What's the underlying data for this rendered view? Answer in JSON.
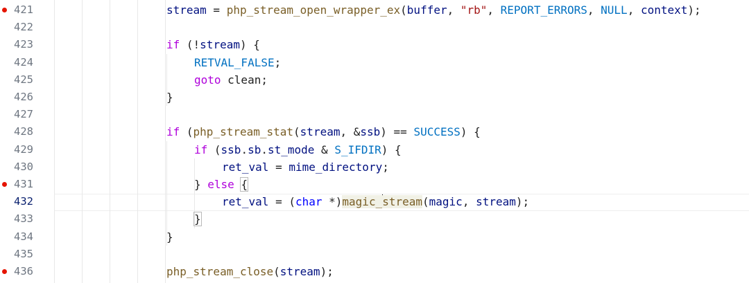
{
  "editor": {
    "active_line": "432",
    "lines": [
      {
        "num": "421",
        "bp": true,
        "tokens": [
          {
            "t": "vr",
            "s": "stream"
          },
          {
            "t": "op",
            "s": " = "
          },
          {
            "t": "fn",
            "s": "php_stream_open_wrapper_ex"
          },
          {
            "t": "op",
            "s": "("
          },
          {
            "t": "vr",
            "s": "buffer"
          },
          {
            "t": "op",
            "s": ", "
          },
          {
            "t": "st",
            "s": "\"rb\""
          },
          {
            "t": "op",
            "s": ", "
          },
          {
            "t": "cn",
            "s": "REPORT_ERRORS"
          },
          {
            "t": "op",
            "s": ", "
          },
          {
            "t": "cn",
            "s": "NULL"
          },
          {
            "t": "op",
            "s": ", "
          },
          {
            "t": "vr",
            "s": "context"
          },
          {
            "t": "op",
            "s": ");"
          }
        ]
      },
      {
        "num": "422",
        "bp": false,
        "tokens": []
      },
      {
        "num": "423",
        "bp": false,
        "tokens": [
          {
            "t": "kw",
            "s": "if"
          },
          {
            "t": "op",
            "s": " (!"
          },
          {
            "t": "vr",
            "s": "stream"
          },
          {
            "t": "op",
            "s": ") {"
          }
        ]
      },
      {
        "num": "424",
        "bp": false,
        "tokens": [
          {
            "t": "cn",
            "s": "RETVAL_FALSE"
          },
          {
            "t": "op",
            "s": ";"
          }
        ]
      },
      {
        "num": "425",
        "bp": false,
        "tokens": [
          {
            "t": "kw",
            "s": "goto"
          },
          {
            "t": "op",
            "s": " clean;"
          }
        ]
      },
      {
        "num": "426",
        "bp": false,
        "tokens": [
          {
            "t": "op",
            "s": "}"
          }
        ]
      },
      {
        "num": "427",
        "bp": false,
        "tokens": []
      },
      {
        "num": "428",
        "bp": false,
        "tokens": [
          {
            "t": "kw",
            "s": "if"
          },
          {
            "t": "op",
            "s": " ("
          },
          {
            "t": "fn",
            "s": "php_stream_stat"
          },
          {
            "t": "op",
            "s": "("
          },
          {
            "t": "vr",
            "s": "stream"
          },
          {
            "t": "op",
            "s": ", &"
          },
          {
            "t": "vr",
            "s": "ssb"
          },
          {
            "t": "op",
            "s": ") == "
          },
          {
            "t": "cn",
            "s": "SUCCESS"
          },
          {
            "t": "op",
            "s": ") {"
          }
        ]
      },
      {
        "num": "429",
        "bp": false,
        "tokens": [
          {
            "t": "kw",
            "s": "if"
          },
          {
            "t": "op",
            "s": " ("
          },
          {
            "t": "vr",
            "s": "ssb"
          },
          {
            "t": "op",
            "s": "."
          },
          {
            "t": "vr",
            "s": "sb"
          },
          {
            "t": "op",
            "s": "."
          },
          {
            "t": "vr",
            "s": "st_mode"
          },
          {
            "t": "op",
            "s": " & "
          },
          {
            "t": "cn",
            "s": "S_IFDIR"
          },
          {
            "t": "op",
            "s": ") {"
          }
        ]
      },
      {
        "num": "430",
        "bp": false,
        "tokens": [
          {
            "t": "vr",
            "s": "ret_val"
          },
          {
            "t": "op",
            "s": " = "
          },
          {
            "t": "vr",
            "s": "mime_directory"
          },
          {
            "t": "op",
            "s": ";"
          }
        ]
      },
      {
        "num": "431",
        "bp": true,
        "tokens": [
          {
            "t": "op",
            "s": "} "
          },
          {
            "t": "kw",
            "s": "else"
          },
          {
            "t": "op",
            "s": " "
          },
          {
            "t": "op brk",
            "s": "{"
          }
        ]
      },
      {
        "num": "432",
        "bp": false,
        "tokens": [
          {
            "t": "vr",
            "s": "ret_val"
          },
          {
            "t": "op",
            "s": " = ("
          },
          {
            "t": "ty",
            "s": "char"
          },
          {
            "t": "op",
            "s": " *)"
          },
          {
            "t": "fn hl",
            "s": "magic_"
          },
          {
            "t": "caret",
            "s": ""
          },
          {
            "t": "fn hl",
            "s": "stream"
          },
          {
            "t": "op",
            "s": "("
          },
          {
            "t": "vr",
            "s": "magic"
          },
          {
            "t": "op",
            "s": ", "
          },
          {
            "t": "vr",
            "s": "stream"
          },
          {
            "t": "op",
            "s": ");"
          }
        ]
      },
      {
        "num": "433",
        "bp": false,
        "tokens": [
          {
            "t": "op brk",
            "s": "}"
          }
        ]
      },
      {
        "num": "434",
        "bp": false,
        "tokens": [
          {
            "t": "op",
            "s": "}"
          }
        ]
      },
      {
        "num": "435",
        "bp": false,
        "tokens": []
      },
      {
        "num": "436",
        "bp": true,
        "tokens": [
          {
            "t": "fn",
            "s": "php_stream_close"
          },
          {
            "t": "op",
            "s": "("
          },
          {
            "t": "vr",
            "s": "stream"
          },
          {
            "t": "op",
            "s": ");"
          }
        ]
      }
    ]
  }
}
